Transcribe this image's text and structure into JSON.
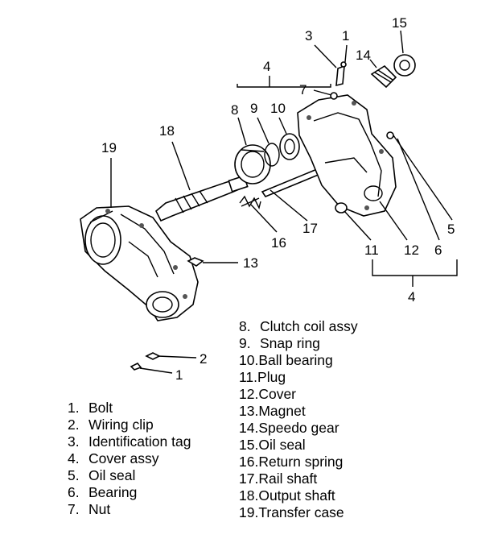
{
  "callouts": {
    "c1_top": "1",
    "c3": "3",
    "c15": "15",
    "c14": "14",
    "c4_top": "4",
    "c7": "7",
    "c8": "8",
    "c9": "9",
    "c10": "10",
    "c18": "18",
    "c19": "19",
    "c5": "5",
    "c6": "6",
    "c12": "12",
    "c11": "11",
    "c17": "17",
    "c16": "16",
    "c13": "13",
    "c4_bottom": "4",
    "c2": "2",
    "c1_bottom": "1"
  },
  "legend": {
    "left": [
      {
        "num": "1.",
        "label": "Bolt"
      },
      {
        "num": "2.",
        "label": "Wiring clip"
      },
      {
        "num": "3.",
        "label": "Identification tag"
      },
      {
        "num": "4.",
        "label": "Cover assy"
      },
      {
        "num": "5.",
        "label": "Oil seal"
      },
      {
        "num": "6.",
        "label": "Bearing"
      },
      {
        "num": "7.",
        "label": "Nut"
      }
    ],
    "right": [
      {
        "num": "8.",
        "label": "Clutch coil assy"
      },
      {
        "num": "9.",
        "label": "Snap ring"
      },
      {
        "num": "10.",
        "label": "Ball bearing"
      },
      {
        "num": "11.",
        "label": "Plug"
      },
      {
        "num": "12.",
        "label": "Cover"
      },
      {
        "num": "13.",
        "label": "Magnet"
      },
      {
        "num": "14.",
        "label": "Speedo gear"
      },
      {
        "num": "15.",
        "label": "Oil seal"
      },
      {
        "num": "16.",
        "label": "Return spring"
      },
      {
        "num": "17.",
        "label": "Rail shaft"
      },
      {
        "num": "18.",
        "label": "Output shaft"
      },
      {
        "num": "19.",
        "label": "Transfer case"
      }
    ]
  }
}
